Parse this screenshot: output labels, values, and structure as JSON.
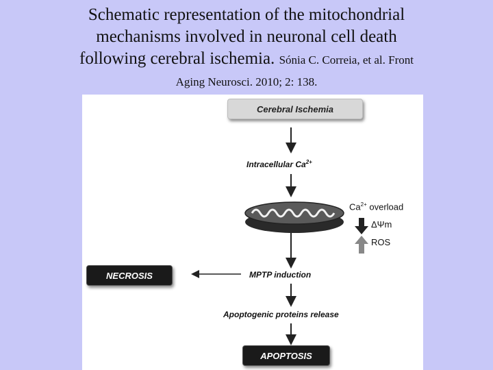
{
  "title": {
    "main": "Schematic representation of the mitochondrial mechanisms involved in neuronal cell death following cerebral ischemia.",
    "line1": "Schematic representation of the mitochondrial",
    "line2": "mechanisms involved in neuronal cell death",
    "line3": "following cerebral ischemia.",
    "citation_part1": "Sónia C. Correia, et al. Front",
    "citation_part2": "Aging Neurosci. 2010; 2: 138."
  },
  "diagram": {
    "start_box": "Cerebral Ischemia",
    "step_calcium": "Intracellular Ca",
    "step_calcium_sup": "2+",
    "mito_effects": {
      "overload_prefix": "Ca",
      "overload_sup": "2+",
      "overload_suffix": " overload",
      "membrane_potential": "ΔΨm",
      "ros": "ROS"
    },
    "step_mptp": "MPTP induction",
    "necrosis_box": "NECROSIS",
    "step_release": "Apoptogenic proteins release",
    "apoptosis_box": "APOPTOSIS"
  },
  "colors": {
    "background": "#c8c8f8",
    "figure_bg": "#ffffff",
    "dark_box": "#1a1a1a",
    "light_box": "#d8d8d8",
    "down_arrow": "#222222",
    "up_arrow": "#888888"
  }
}
